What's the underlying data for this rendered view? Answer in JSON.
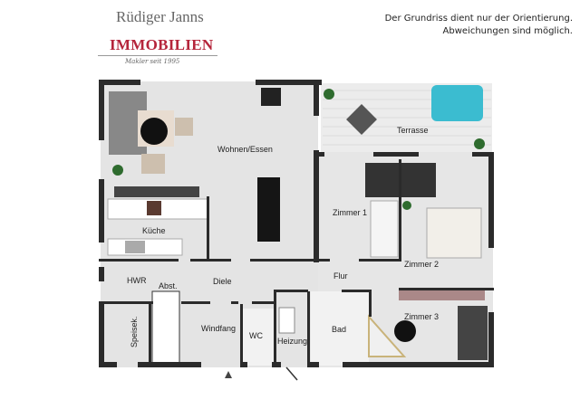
{
  "logo": {
    "name": "Rüdiger Janns",
    "word": "IMMOBILIEN",
    "tagline": "Makler seit 1995"
  },
  "disclaimer": {
    "line1": "Der Grundriss dient nur der Orientierung.",
    "line2": "Abweichungen sind möglich."
  },
  "rooms": {
    "wohnen": "Wohnen/Essen",
    "terrasse": "Terrasse",
    "zimmer1": "Zimmer 1",
    "kueche": "Küche",
    "zimmer2": "Zimmer 2",
    "flur": "Flur",
    "hwr": "HWR",
    "abst": "Abst.",
    "diele": "Diele",
    "windfang": "Windfang",
    "wc": "WC",
    "heizung": "Heizung",
    "bad": "Bad",
    "zimmer3": "Zimmer 3",
    "speisek": "Speisek."
  },
  "colors": {
    "wall": "#2b2b2b",
    "floor": "#e6e6e6",
    "accent": "#b5253b",
    "pool": "#3bbcd0"
  }
}
